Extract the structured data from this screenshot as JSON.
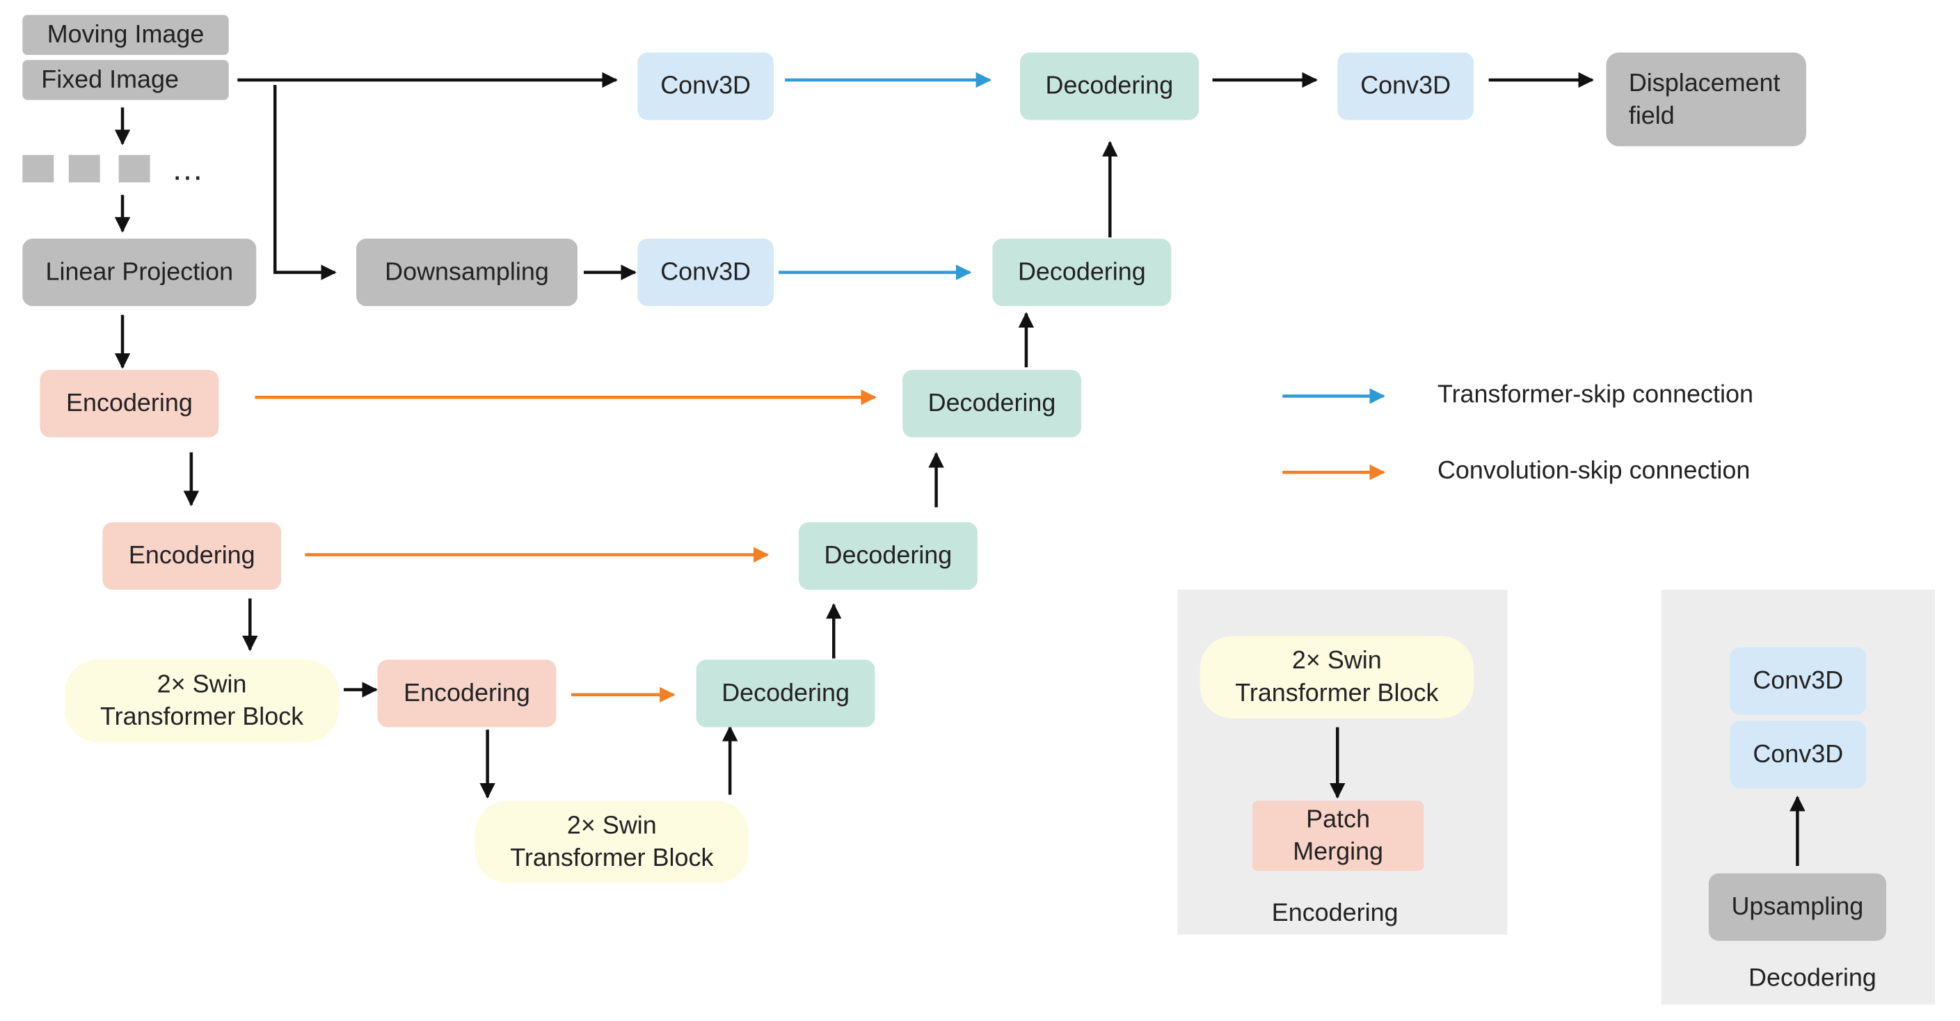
{
  "inputs": {
    "moving": "Moving Image",
    "fixed": "Fixed Image",
    "patches_ellipsis": "…"
  },
  "main": {
    "linear_projection": "Linear Projection",
    "downsampling": "Downsampling",
    "conv3d_top": "Conv3D",
    "conv3d_mid": "Conv3D",
    "conv3d_out": "Conv3D",
    "displacement_field": "Displacement\nfield",
    "encoder_1": "Encodering",
    "encoder_2": "Encodering",
    "encoder_3": "Encodering",
    "swin_1": "2× Swin\nTransformer Block",
    "swin_2": "2× Swin\nTransformer Block",
    "decoder_1": "Decodering",
    "decoder_2": "Decodering",
    "decoder_3": "Decodering",
    "decoder_4": "Decodering",
    "decoder_top": "Decodering"
  },
  "legend": {
    "transformer_skip": "Transformer-skip connection",
    "convolution_skip": "Convolution-skip connection"
  },
  "encoder_panel": {
    "swin": "2× Swin\nTransformer Block",
    "patch_merging": "Patch\nMerging",
    "caption": "Encodering"
  },
  "decoder_panel": {
    "conv3d_a": "Conv3D",
    "conv3d_b": "Conv3D",
    "upsampling": "Upsampling",
    "caption": "Decodering"
  },
  "colors": {
    "transformer_skip": "#2e9bd6",
    "convolution_skip": "#f07f25",
    "arrow": "#111111",
    "gray_box": "#bdbdbd",
    "conv_box": "#d4e8f7",
    "decoder_box": "#c6e5dd",
    "encoder_box": "#f8d3c8",
    "swin_box": "#fdfbe0"
  }
}
